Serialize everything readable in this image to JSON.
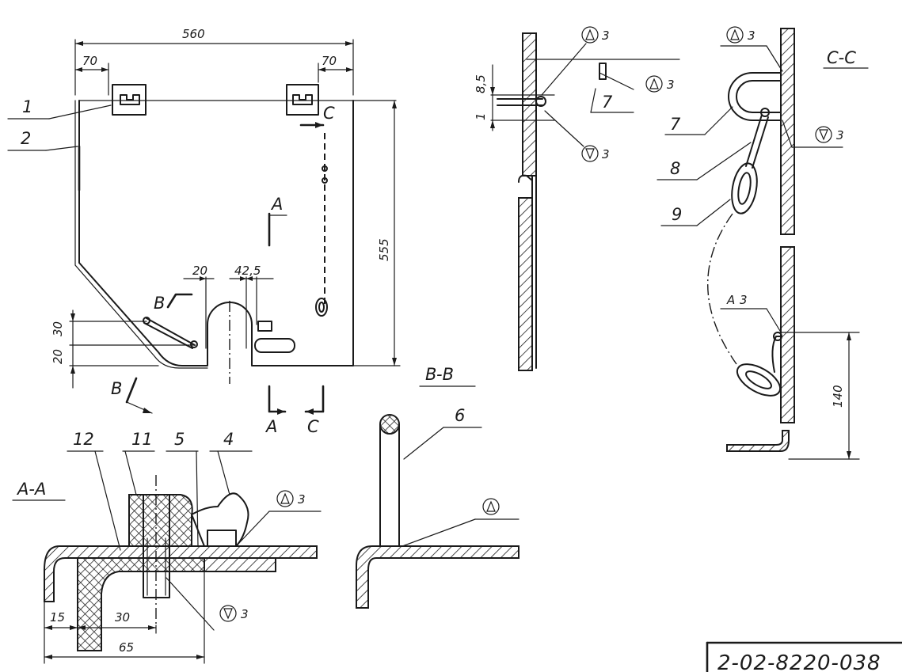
{
  "document_number": "2-02-8220-038",
  "main_view": {
    "dims": {
      "width": "560",
      "left_offset": "70",
      "right_offset": "70",
      "height": "555",
      "slot_gap": "20",
      "slot_offset": "42,5",
      "vertical_30": "30",
      "vertical_20": "20"
    },
    "callouts": {
      "c1": "1",
      "c2": "2"
    },
    "section_marks": {
      "a_top": "A",
      "a_bottom": "A",
      "c_top": "C",
      "c_bottom": "C",
      "b_top": "B",
      "b_bottom": "B"
    }
  },
  "side_view": {
    "dims": {
      "d1": "8,5",
      "d2": "1"
    },
    "callouts": {
      "c7": "7"
    },
    "welds": {
      "w1": "3",
      "w2": "3",
      "w3": "3"
    }
  },
  "section_cc": {
    "title": "C-C",
    "callouts": {
      "c7": "7",
      "c8": "8",
      "c9": "9"
    },
    "welds": {
      "w1": "3",
      "w2": "3",
      "w3": "3"
    },
    "dims": {
      "height": "140"
    }
  },
  "section_aa": {
    "title": "A-A",
    "callouts": {
      "c12": "12",
      "c11": "11",
      "c5": "5",
      "c4": "4"
    },
    "welds": {
      "w1": "3",
      "w2": "3"
    },
    "dims": {
      "d15": "15",
      "d30": "30",
      "d65": "65"
    }
  },
  "section_bb": {
    "title": "B-B",
    "callouts": {
      "c6": "6"
    }
  }
}
